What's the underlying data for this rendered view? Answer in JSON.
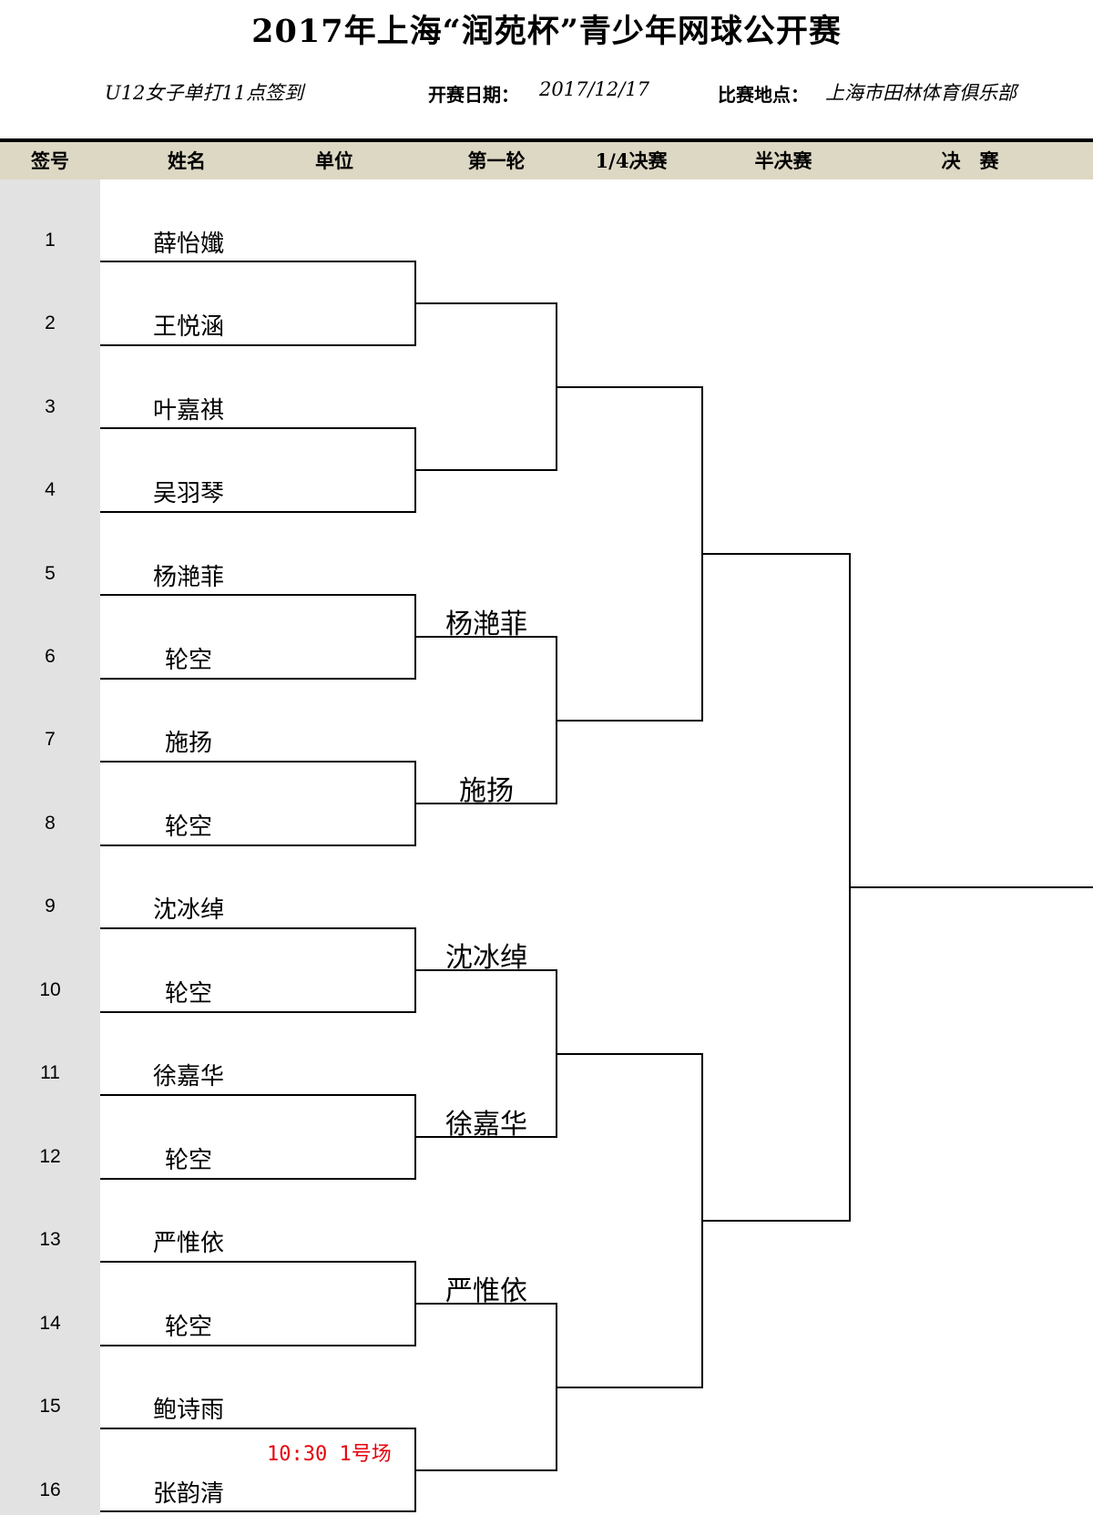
{
  "title": "2017年上海“润苑杯”青少年网球公开赛",
  "info": {
    "event": "U12女子单打11点签到",
    "date_label": "开赛日期：",
    "date_value": "2017/12/17",
    "venue_label": "比赛地点：",
    "venue_value": "上海市田林体育俱乐部"
  },
  "header": {
    "seed": "签号",
    "name": "姓名",
    "unit": "单位",
    "round1": "第一轮",
    "quarter": "1/4决赛",
    "semi": "半决赛",
    "final": "决　赛"
  },
  "players": [
    {
      "seed": "1",
      "name": "薛怡孅"
    },
    {
      "seed": "2",
      "name": "王悦涵"
    },
    {
      "seed": "3",
      "name": "叶嘉祺"
    },
    {
      "seed": "4",
      "name": "吴羽琴"
    },
    {
      "seed": "5",
      "name": "杨滟菲"
    },
    {
      "seed": "6",
      "name": "轮空"
    },
    {
      "seed": "7",
      "name": "施扬"
    },
    {
      "seed": "8",
      "name": "轮空"
    },
    {
      "seed": "9",
      "name": "沈冰绰"
    },
    {
      "seed": "10",
      "name": "轮空"
    },
    {
      "seed": "11",
      "name": "徐嘉华"
    },
    {
      "seed": "12",
      "name": "轮空"
    },
    {
      "seed": "13",
      "name": "严惟依"
    },
    {
      "seed": "14",
      "name": "轮空"
    },
    {
      "seed": "15",
      "name": "鲍诗雨"
    },
    {
      "seed": "16",
      "name": "张韵清"
    }
  ],
  "round1_winners": {
    "m3": "杨滟菲",
    "m4": "施扬",
    "m5": "沈冰绰",
    "m6": "徐嘉华",
    "m7": "严惟依"
  },
  "match_note": "10:30 1号场"
}
